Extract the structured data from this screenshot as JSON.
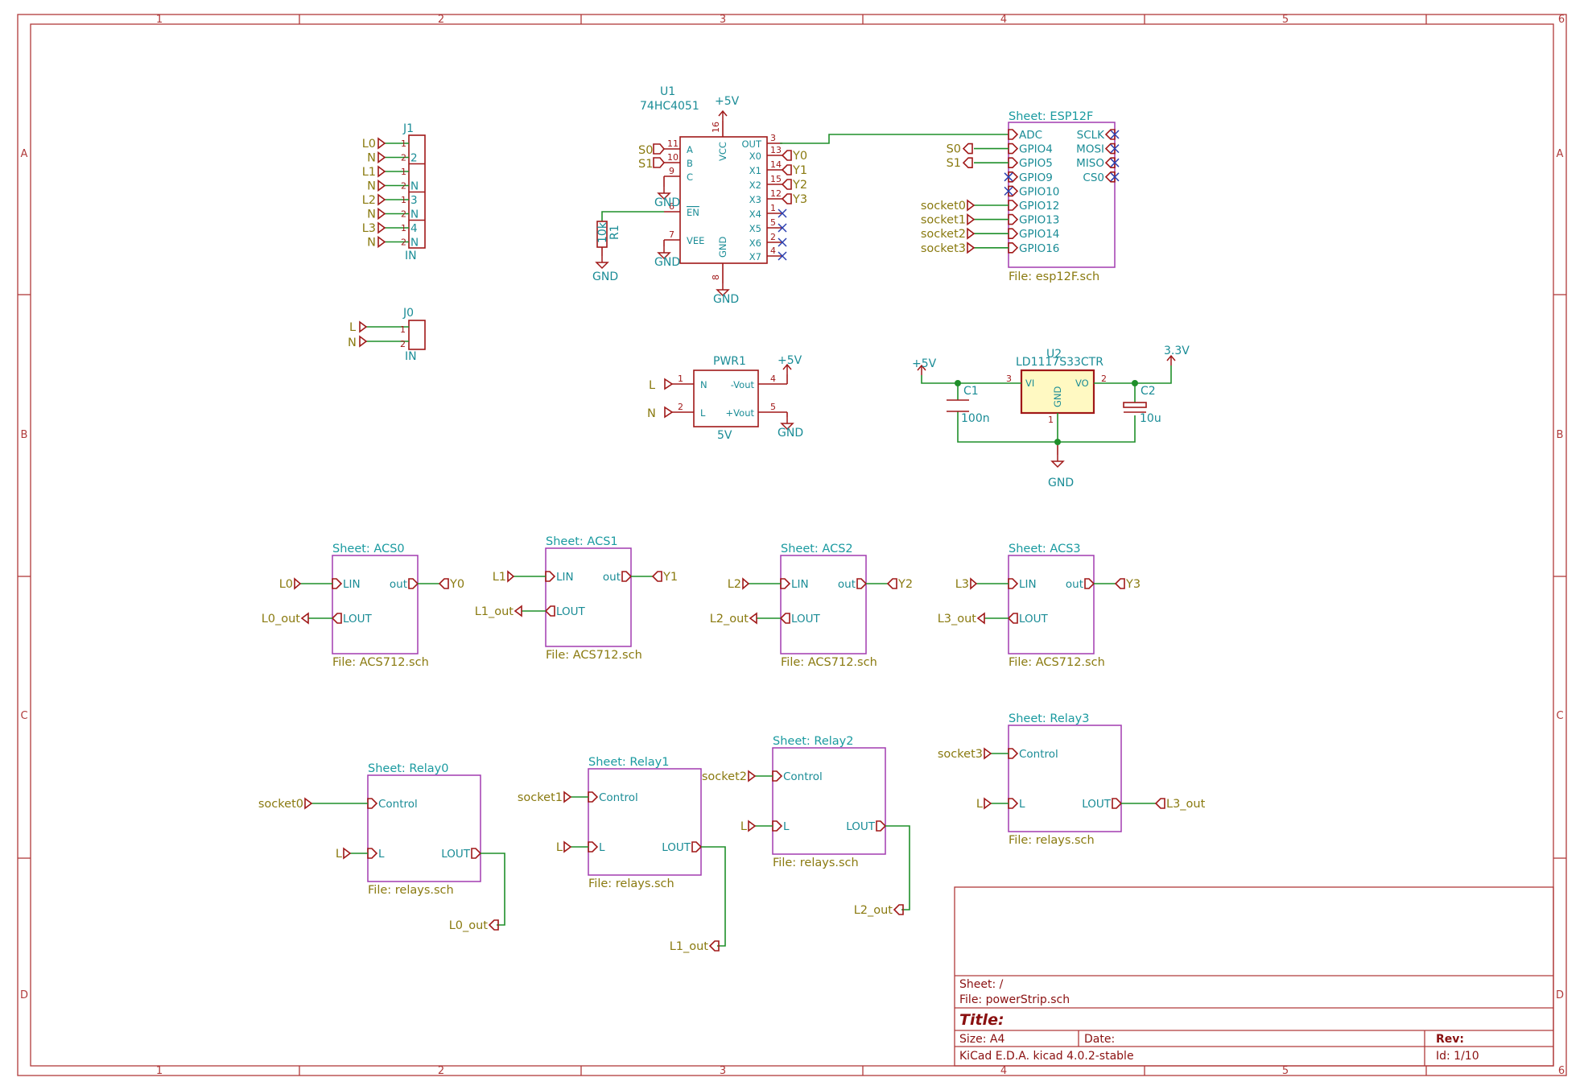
{
  "frame": {
    "columns": [
      "1",
      "2",
      "3",
      "4",
      "5",
      "6"
    ],
    "rows": [
      "A",
      "B",
      "C",
      "D"
    ]
  },
  "u1": {
    "ref": "U1",
    "value": "74HC4051",
    "vcc": "VCC",
    "gnd": "GND",
    "left_pins": [
      {
        "num": "11",
        "name": "A",
        "net": "S0"
      },
      {
        "num": "10",
        "name": "B",
        "net": "S1"
      },
      {
        "num": "9",
        "name": "C",
        "net": ""
      },
      {
        "num": "6",
        "name": "EN",
        "net": ""
      },
      {
        "num": "7",
        "name": "VEE",
        "net": ""
      }
    ],
    "right_pins": [
      {
        "num": "3",
        "name": "OUT",
        "net": ""
      },
      {
        "num": "13",
        "name": "X0",
        "net": "Y0"
      },
      {
        "num": "14",
        "name": "X1",
        "net": "Y1"
      },
      {
        "num": "15",
        "name": "X2",
        "net": "Y2"
      },
      {
        "num": "12",
        "name": "X3",
        "net": "Y3"
      },
      {
        "num": "1",
        "name": "X4",
        "net": ""
      },
      {
        "num": "5",
        "name": "X5",
        "net": ""
      },
      {
        "num": "2",
        "name": "X6",
        "net": ""
      },
      {
        "num": "4",
        "name": "X7",
        "net": ""
      }
    ],
    "top_pin_num": "16",
    "bottom_pin_num": "8"
  },
  "r1": {
    "ref": "R1",
    "value": "10k"
  },
  "power": {
    "p5v": "+5V",
    "gnd": "GND",
    "p33v": "3.3V"
  },
  "j1": {
    "ref": "J1",
    "footer": "IN",
    "pins": [
      {
        "net": "L0",
        "num": "1",
        "name": ""
      },
      {
        "net": "N",
        "num": "2",
        "name": "2"
      },
      {
        "net": "L1",
        "num": "1",
        "name": ""
      },
      {
        "net": "N",
        "num": "2",
        "name": "N"
      },
      {
        "net": "L2",
        "num": "1",
        "name": "3"
      },
      {
        "net": "N",
        "num": "2",
        "name": "N"
      },
      {
        "net": "L3",
        "num": "1",
        "name": "4"
      },
      {
        "net": "N",
        "num": "2",
        "name": "N"
      }
    ]
  },
  "j0": {
    "ref": "J0",
    "footer": "IN",
    "pins": [
      {
        "net": "L",
        "num": "1"
      },
      {
        "net": "N",
        "num": "2"
      }
    ]
  },
  "pwr1": {
    "ref": "PWR1",
    "value": "5V",
    "pins": [
      {
        "num": "1",
        "name": "N",
        "net": "L"
      },
      {
        "num": "2",
        "name": "L",
        "net": "N"
      },
      {
        "num": "4",
        "name": "-Vout"
      },
      {
        "num": "5",
        "name": "+Vout"
      }
    ]
  },
  "u2": {
    "ref": "U2",
    "value": "LD1117S33CTR",
    "vi": "VI",
    "vo": "VO",
    "gnd": "GND",
    "pin_in": "3",
    "pin_out": "2",
    "pin_gnd": "1",
    "c1": {
      "ref": "C1",
      "value": "100n"
    },
    "c2": {
      "ref": "C2",
      "value": "10u"
    }
  },
  "esp": {
    "name": "Sheet: ESP12F",
    "file": "File: esp12F.sch",
    "left_pins": [
      {
        "name": "ADC",
        "net": ""
      },
      {
        "name": "GPIO4",
        "net": "S0"
      },
      {
        "name": "GPIO5",
        "net": "S1"
      },
      {
        "name": "GPIO9",
        "net": ""
      },
      {
        "name": "GPIO10",
        "net": ""
      },
      {
        "name": "GPIO12",
        "net": "socket0"
      },
      {
        "name": "GPIO13",
        "net": "socket1"
      },
      {
        "name": "GPIO14",
        "net": "socket2"
      },
      {
        "name": "GPIO16",
        "net": "socket3"
      }
    ],
    "right_pins": [
      "SCLK",
      "MOSI",
      "MISO",
      "CS0"
    ]
  },
  "acs": [
    {
      "name": "Sheet: ACS0",
      "file": "File: ACS712.sch",
      "lin": "LIN",
      "lout": "LOUT",
      "out": "out",
      "in_net": "L0",
      "lout_net": "L0_out",
      "out_net": "Y0"
    },
    {
      "name": "Sheet: ACS1",
      "file": "File: ACS712.sch",
      "lin": "LIN",
      "lout": "LOUT",
      "out": "out",
      "in_net": "L1",
      "lout_net": "L1_out",
      "out_net": "Y1"
    },
    {
      "name": "Sheet: ACS2",
      "file": "File: ACS712.sch",
      "lin": "LIN",
      "lout": "LOUT",
      "out": "out",
      "in_net": "L2",
      "lout_net": "L2_out",
      "out_net": "Y2"
    },
    {
      "name": "Sheet: ACS3",
      "file": "File: ACS712.sch",
      "lin": "LIN",
      "lout": "LOUT",
      "out": "out",
      "in_net": "L3",
      "lout_net": "L3_out",
      "out_net": "Y3"
    }
  ],
  "relays": [
    {
      "name": "Sheet: Relay0",
      "file": "File: relays.sch",
      "control": "Control",
      "l": "L",
      "lout": "LOUT",
      "socket_net": "socket0",
      "l_net": "L",
      "lout_net": "L0_out"
    },
    {
      "name": "Sheet: Relay1",
      "file": "File: relays.sch",
      "control": "Control",
      "l": "L",
      "lout": "LOUT",
      "socket_net": "socket1",
      "l_net": "L",
      "lout_net": "L1_out"
    },
    {
      "name": "Sheet: Relay2",
      "file": "File: relays.sch",
      "control": "Control",
      "l": "L",
      "lout": "LOUT",
      "socket_net": "socket2",
      "l_net": "L",
      "lout_net": "L2_out"
    },
    {
      "name": "Sheet: Relay3",
      "file": "File: relays.sch",
      "control": "Control",
      "l": "L",
      "lout": "LOUT",
      "socket_net": "socket3",
      "l_net": "L",
      "lout_net": "L3_out"
    }
  ],
  "titleblock": {
    "sheet": "Sheet: /",
    "file": "File: powerStrip.sch",
    "title": "Title:",
    "size": "Size: A4",
    "date": "Date:",
    "rev": "Rev:",
    "kicad": "KiCad E.D.A.  kicad 4.0.2-stable",
    "id": "Id: 1/10"
  }
}
